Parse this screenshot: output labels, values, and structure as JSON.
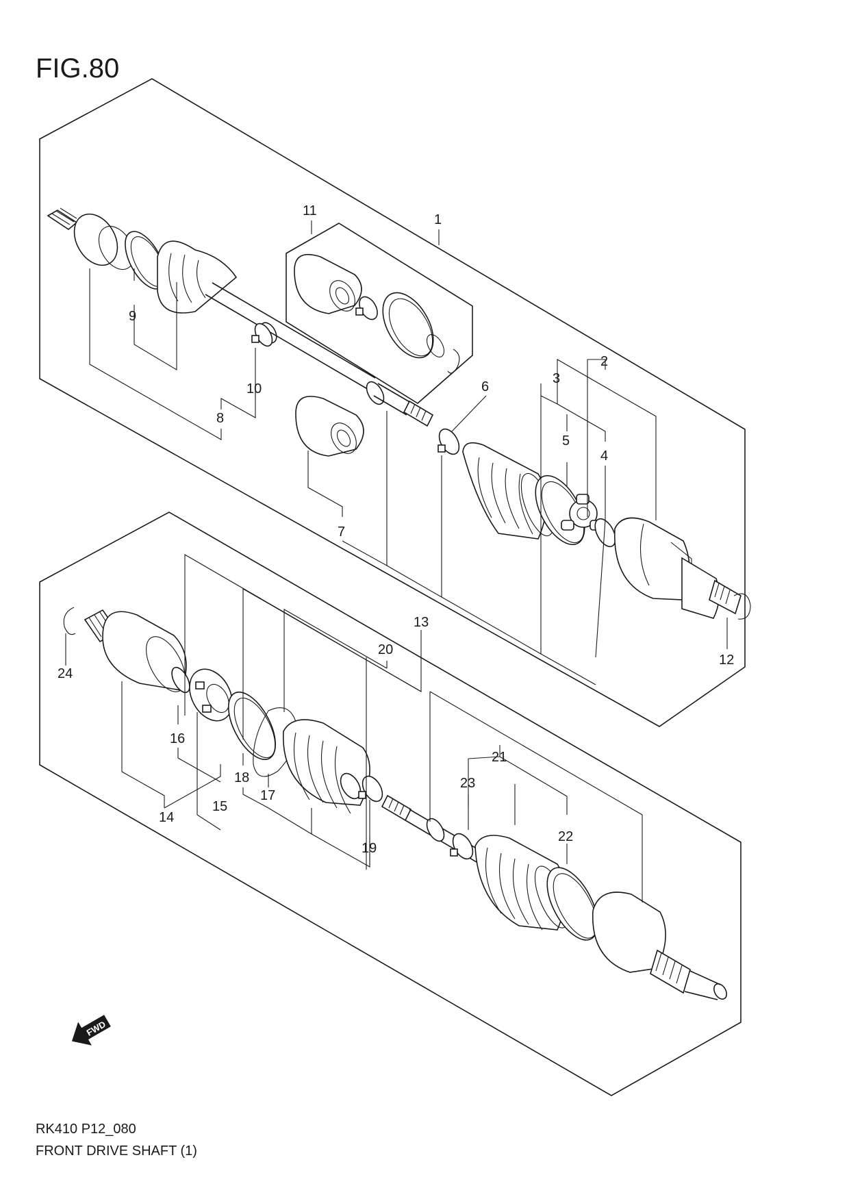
{
  "figure": {
    "title": "FIG.80",
    "model_code": "RK410 P12_080",
    "diagram_name": "FRONT DRIVE SHAFT (1)",
    "fwd_label": "FWD"
  },
  "callouts": {
    "c1": "1",
    "c2": "2",
    "c3": "3",
    "c4": "4",
    "c5": "5",
    "c6": "6",
    "c7": "7",
    "c8": "8",
    "c9": "9",
    "c10": "10",
    "c11": "11",
    "c12": "12",
    "c13": "13",
    "c14": "14",
    "c15": "15",
    "c16": "16",
    "c17": "17",
    "c18": "18",
    "c19": "19",
    "c20": "20",
    "c21": "21",
    "c22": "22",
    "c23": "23",
    "c24": "24"
  },
  "colors": {
    "ink": "#1a1a1a",
    "paper": "#ffffff"
  }
}
